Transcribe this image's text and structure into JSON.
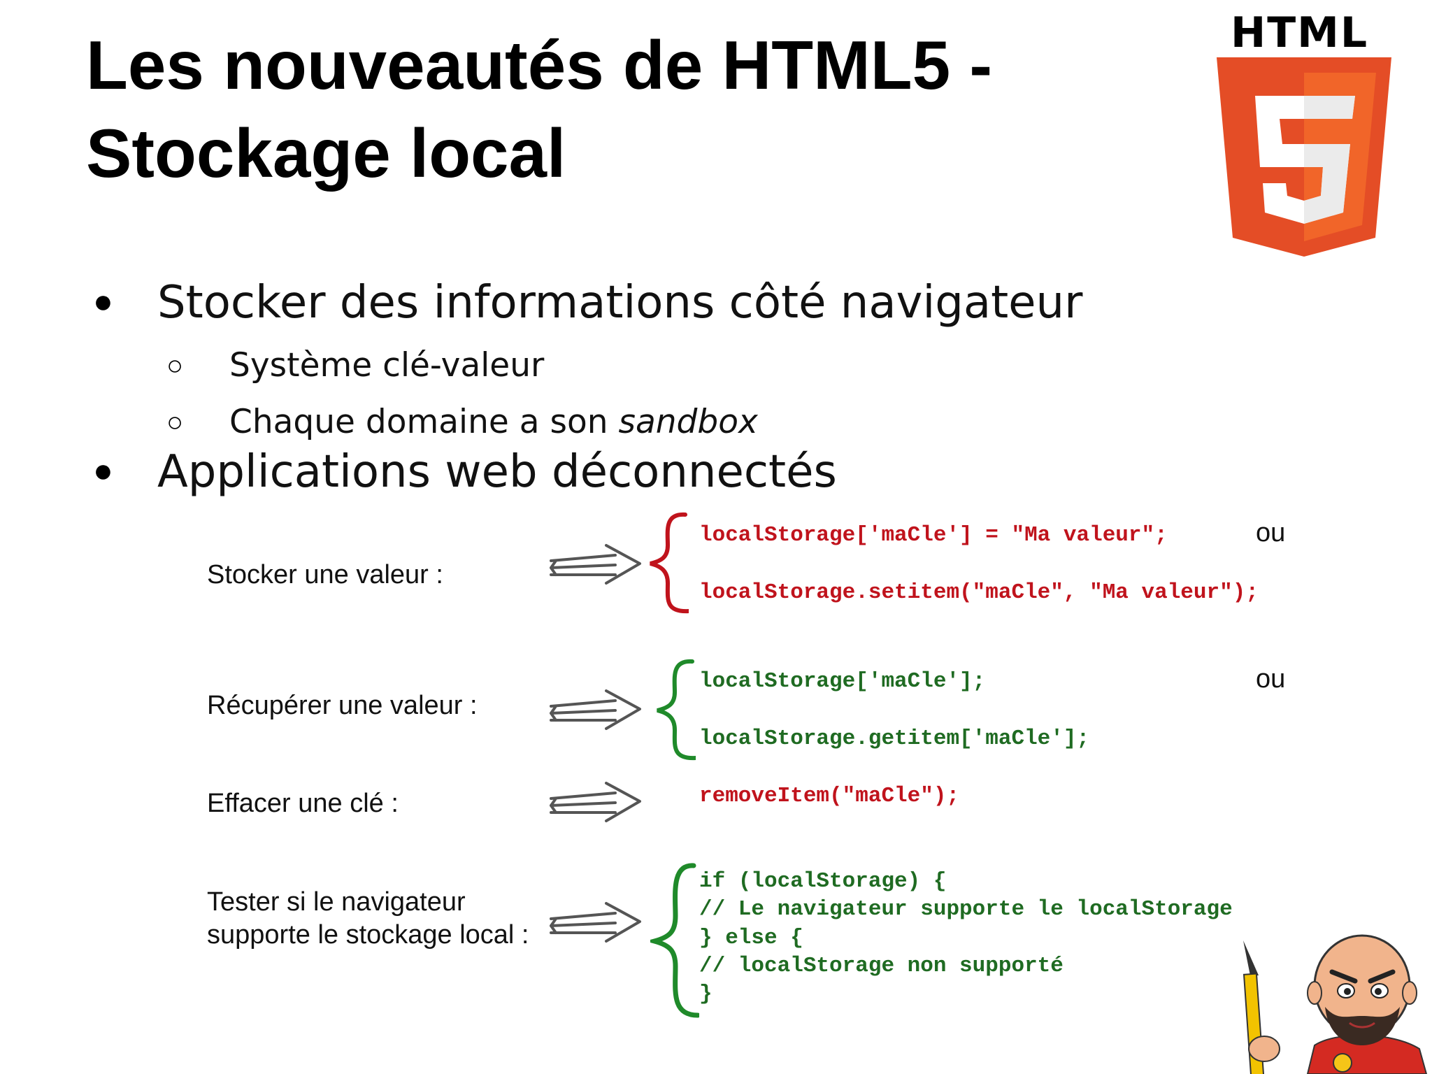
{
  "slide": {
    "title_line1": "Les nouveautés de HTML5 -",
    "title_line2": "Stockage local",
    "logo_text": "HTML",
    "bullets": [
      {
        "text": "Stocker des informations côté navigateur",
        "sub": [
          {
            "text": "Système clé-valeur"
          },
          {
            "text_prefix": "Chaque domaine a son ",
            "text_em": "sandbox"
          }
        ]
      },
      {
        "text": "Applications web déconnectés"
      }
    ],
    "operations": [
      {
        "label": "Stocker une valeur :",
        "lines": [
          "localStorage['maCle'] = \"Ma valeur\";",
          "localStorage.setitem(\"maCle\", \"Ma valeur\");"
        ],
        "separator": "ou"
      },
      {
        "label": "Récupérer une valeur :",
        "lines": [
          "localStorage['maCle'];",
          "localStorage.getitem['maCle'];"
        ],
        "separator": "ou"
      },
      {
        "label": "Effacer une clé :",
        "lines": [
          "removeItem(\"maCle\");"
        ]
      },
      {
        "label": "Tester si le navigateur supporte le stockage local :",
        "lines": [
          "if (localStorage) {",
          "// Le navigateur supporte le localStorage",
          "} else {",
          "// localStorage non supporté",
          "}"
        ]
      }
    ],
    "colors": {
      "code_red": "#c0131c",
      "code_green": "#1f6b22",
      "html5_orange": "#e44d26",
      "html5_light": "#f16529"
    },
    "icons": [
      "html5-logo",
      "arrow-icon",
      "brace-icon",
      "mascot-illustration"
    ]
  }
}
